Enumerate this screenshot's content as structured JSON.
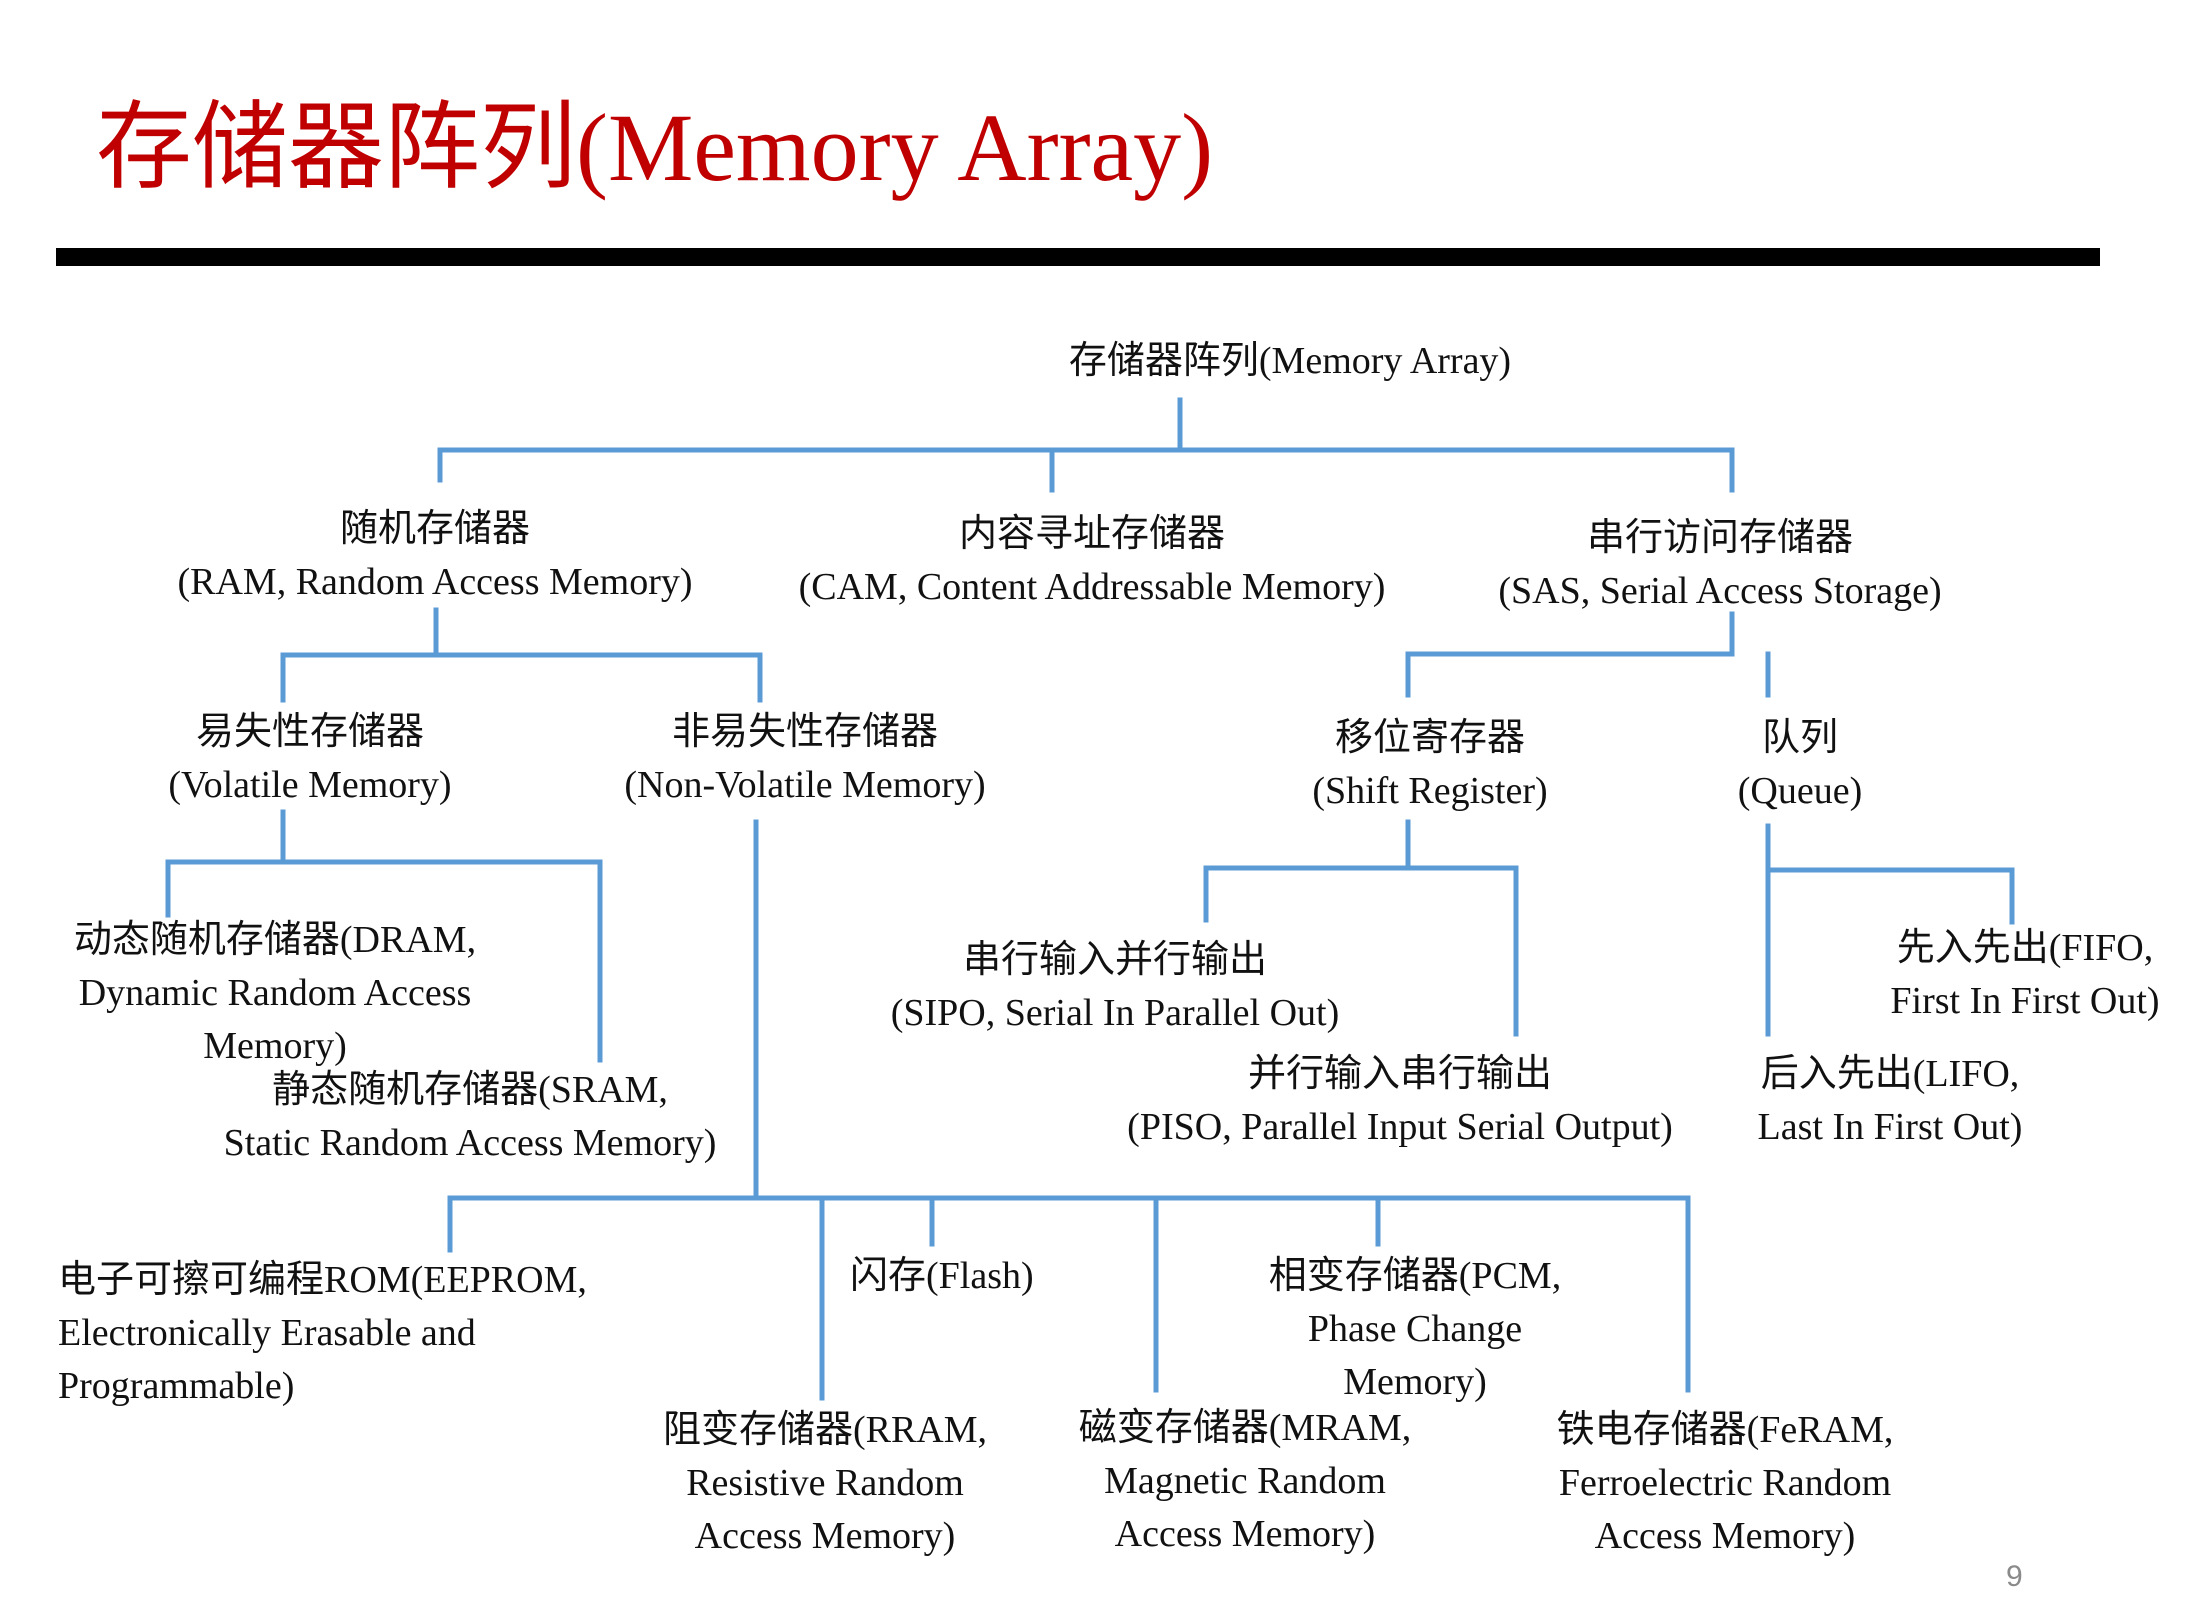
{
  "title": "存储器阵列(Memory Array)",
  "colors": {
    "title": "#c00000",
    "rule": "#000000",
    "connector": "#5b9bd5",
    "text": "#111111",
    "page_number": "#8a8a8a"
  },
  "page_number": "9",
  "nodes": {
    "root": [
      "存储器阵列(Memory Array)"
    ],
    "ram": [
      "随机存储器",
      "(RAM, Random Access Memory)"
    ],
    "cam": [
      "内容寻址存储器",
      "(CAM, Content Addressable Memory)"
    ],
    "sas": [
      "串行访问存储器",
      "(SAS, Serial Access Storage)"
    ],
    "volatile": [
      "易失性存储器",
      "(Volatile Memory)"
    ],
    "nonvolatile": [
      "非易失性存储器",
      "(Non-Volatile Memory)"
    ],
    "shift_register": [
      "移位寄存器",
      "(Shift Register)"
    ],
    "queue": [
      "队列",
      "(Queue)"
    ],
    "dram": [
      "动态随机存储器(DRAM,",
      "Dynamic Random Access",
      "Memory)"
    ],
    "sram": [
      "静态随机存储器(SRAM,",
      "Static Random Access Memory)"
    ],
    "sipo": [
      "串行输入并行输出",
      "(SIPO, Serial In Parallel Out)"
    ],
    "piso": [
      "并行输入串行输出",
      "(PISO, Parallel Input Serial Output)"
    ],
    "fifo": [
      "先入先出(FIFO,",
      "First In First Out)"
    ],
    "lifo": [
      "后入先出(LIFO,",
      "Last In First Out)"
    ],
    "eeprom": [
      "电子可擦可编程ROM(EEPROM,",
      "Electronically Erasable and",
      "Programmable)"
    ],
    "flash": [
      "闪存(Flash)"
    ],
    "pcm": [
      "相变存储器(PCM,",
      "Phase Change",
      "Memory)"
    ],
    "rram": [
      "阻变存储器(RRAM,",
      "Resistive Random",
      "Access Memory)"
    ],
    "mram": [
      "磁变存储器(MRAM,",
      "Magnetic Random",
      "Access Memory)"
    ],
    "feram": [
      "铁电存储器(FeRAM,",
      "Ferroelectric Random",
      "Access Memory)"
    ]
  }
}
